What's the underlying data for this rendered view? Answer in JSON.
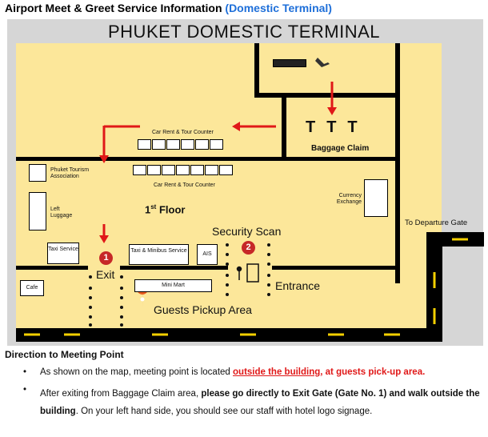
{
  "header": {
    "title": "Airport Meet & Greet Service Information",
    "subtitle": "(Domestic Terminal)"
  },
  "map": {
    "terminal_name": "PHUKET DOMESTIC TERMINAL",
    "labels": {
      "car_rent_1": "Car Rent & Tour Counter",
      "car_rent_2": "Car Rent & Tour Counter",
      "phuket_tourism": "Phuket Tourism Association",
      "left_luggage": "Left Luggage",
      "floor_num": "1",
      "floor_sup": "st",
      "floor_word": "Floor",
      "currency": "Currency Exchange",
      "baggage": "Baggage Claim",
      "departure": "To Departure Gate",
      "security": "Security Scan",
      "taxi": "Taxi Service",
      "taxi_minibus": "Taxi & Minibus Service",
      "ais": "AIS",
      "exit": "Exit",
      "mini_mart": "Mini Mart",
      "entrance": "Entrance",
      "cafe": "Cafe",
      "pickup": "Guests Pickup Area"
    },
    "markers": {
      "exit_gate": "1",
      "security": "2"
    },
    "colors": {
      "floor": "#fce79a",
      "arrow": "#e01818",
      "road_dash": "#f5d000",
      "marker": "#c62828"
    },
    "icons": [
      "plane-icon",
      "baggage-carousel-icon",
      "security-scanner-icon",
      "location-pin-icon"
    ]
  },
  "directions": {
    "heading": "Direction to Meeting Point",
    "b1_a": "As shown on the map, meeting point is located ",
    "b1_b": "outside the building",
    "b1_c": ", at guests pick-up area.",
    "b2_a": "After exiting from Baggage Claim area, ",
    "b2_b": "please go directly to Exit Gate (Gate No. 1) and walk",
    "b2_c": "outside the building",
    "b2_d": ". On your left hand side, you should see our staff with hotel logo",
    "b2_e": "signage."
  }
}
